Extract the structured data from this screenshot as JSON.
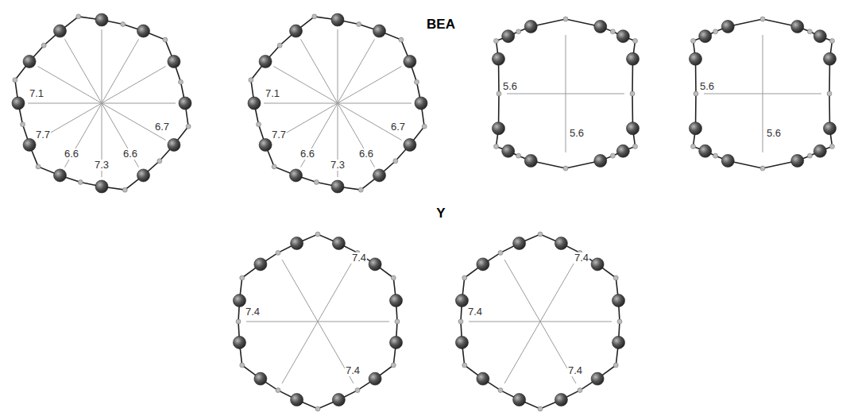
{
  "diagram": {
    "labels": [
      "BEA",
      "7.1",
      "7.7",
      "6.6",
      "7.3",
      "6.6",
      "6.7",
      "7.1",
      "7.7",
      "6.6",
      "7.3",
      "6.6",
      "6.7",
      "5.6",
      "5.6",
      "5.6",
      "5.6",
      "Y",
      "7.4",
      "7.4",
      "7.4",
      "7.4",
      "7.4",
      "7.4"
    ]
  }
}
